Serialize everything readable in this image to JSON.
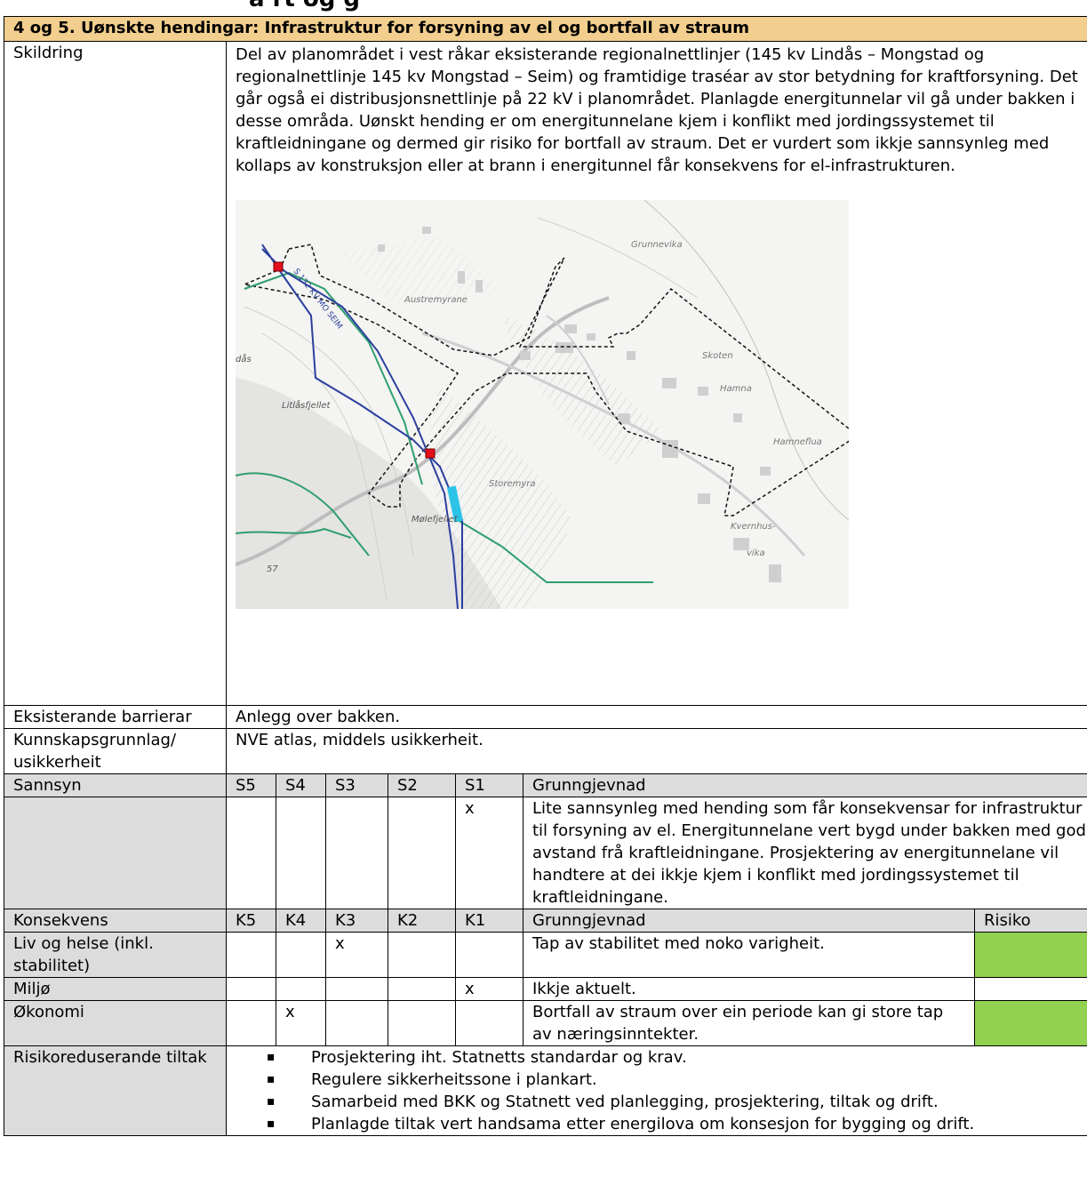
{
  "heading_fragment": "a           rt og               g",
  "table": {
    "title": "4 og 5. Uønskte hendingar: Infrastruktur for forsyning av el og bortfall av straum",
    "skildring": {
      "label": "Skildring",
      "text": "Del av planområdet i vest råkar eksisterande regionalnettlinjer (145 kv Lindås – Mongstad og regionalnettlinje 145 kv Mongstad – Seim) og framtidige traséar av stor betydning for kraftforsyning. Det går også ei distribusjonsnettlinje på 22 kV i planområdet. Planlagde energitunnelar vil gå under bakken i desse områda. Uønskt hending er om energitunnelane kjem i konflikt med jordingssystemet til kraftleidningane og dermed gir risiko for bortfall av straum. Det er vurdert som ikkje sannsynleg med kollaps av konstruksjon eller at brann i energitunnel får konsekvens for el-infrastrukturen."
    },
    "map": {
      "labels": {
        "grunnevika": "Grunnevika",
        "austremyrane": "Austremyrane",
        "skoten": "Skoten",
        "hamna": "Hamna",
        "hamneflua": "Hamneflua",
        "litlasfjellet": "Litlåsfjellet",
        "storemyra": "Storemyra",
        "molefjellet": "Mølefjellet",
        "kvernhus": "Kvernhus-",
        "vika": "vika",
        "das": "dås",
        "road": "57",
        "line_label": "S 132 KV MO SEIM"
      },
      "colors": {
        "power_line": "#2b3f9e",
        "distribution_line": "#2e9e6e",
        "marker": "#e2101c",
        "tunnel": "#2bc4e8"
      }
    },
    "barrierar": {
      "label": "Eksisterande barrierar",
      "text": "Anlegg over bakken."
    },
    "kunnskap": {
      "label": "Kunnskapsgrunnlag/ usikkerheit",
      "text": "NVE atlas, middels usikkerheit."
    },
    "sannsyn": {
      "label": "Sannsyn",
      "cols": [
        "S5",
        "S4",
        "S3",
        "S2",
        "S1"
      ],
      "grunngjevnad_label": "Grunngjevnad",
      "marks": [
        "",
        "",
        "",
        "",
        "x"
      ],
      "grunngjevnad": "Lite sannsynleg med hending som får konsekvensar for infrastruktur til forsyning av el. Energitunnelane vert bygd under bakken med god avstand frå kraftleidningane. Prosjektering av energitunnelane vil handtere at dei ikkje kjem i konflikt med jordingssystemet til kraftleidningane."
    },
    "konsekvens": {
      "label": "Konsekvens",
      "cols": [
        "K5",
        "K4",
        "K3",
        "K2",
        "K1"
      ],
      "grunngjevnad_label": "Grunngjevnad",
      "risiko_label": "Risiko",
      "rows": [
        {
          "label": "Liv og helse (inkl. stabilitet)",
          "marks": [
            "",
            "",
            "x",
            "",
            ""
          ],
          "text": "Tap av stabilitet med noko varigheit.",
          "risk_color": "#92d050"
        },
        {
          "label": "Miljø",
          "marks": [
            "",
            "",
            "",
            "",
            "x"
          ],
          "text": "Ikkje aktuelt.",
          "risk_color": ""
        },
        {
          "label": "Økonomi",
          "marks": [
            "",
            "x",
            "",
            "",
            ""
          ],
          "text": "Bortfall av straum over ein periode kan gi store tap av næringsinntekter.",
          "risk_color": "#92d050"
        }
      ]
    },
    "tiltak": {
      "label": "Risikoreduserande tiltak",
      "items": [
        "Prosjektering iht. Statnetts standardar og krav.",
        "Regulere sikkerheitssone i plankart.",
        "Samarbeid med BKK og Statnett ved planlegging, prosjektering, tiltak og drift.",
        "Planlagde tiltak vert handsama etter energilova om konsesjon for bygging og drift."
      ]
    }
  }
}
